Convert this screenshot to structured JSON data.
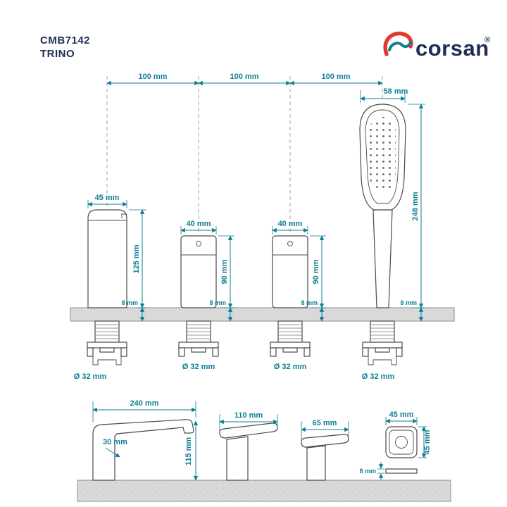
{
  "header": {
    "model": "CMB7142",
    "series": "TRINO",
    "brand": "corsan",
    "registered": "®"
  },
  "front_view": {
    "spacing_1": "100 mm",
    "spacing_2": "100 mm",
    "spacing_3": "100 mm",
    "shower_head_width": "58 mm",
    "spout_width": "45 mm",
    "spout_height": "125 mm",
    "spout_deck_thickness": "8 mm",
    "spout_thread": "Ø 32 mm",
    "handle_left_width": "40 mm",
    "handle_left_height": "90 mm",
    "handle_left_deck_thickness": "8 mm",
    "handle_left_thread": "Ø 32 mm",
    "handle_right_width": "40 mm",
    "handle_right_height": "90 mm",
    "handle_right_deck_thickness": "8 mm",
    "handle_right_thread": "Ø 32 mm",
    "shower_height": "248 mm",
    "shower_deck_thickness": "8 mm",
    "shower_thread": "Ø 32 mm"
  },
  "side_view": {
    "spout_reach": "240 mm",
    "spout_body": "30 mm",
    "spout_height": "115 mm",
    "handle_left_length": "110 mm",
    "handle_right_length": "65 mm",
    "escutcheon_width": "45 mm",
    "escutcheon_height": "45 mm",
    "plate_thickness": "8 mm"
  },
  "colors": {
    "dimension_teal": "#0E7E94",
    "navy": "#1D2D55",
    "brand_red": "#E03A2F",
    "deck_gray": "#D9D9D9"
  }
}
